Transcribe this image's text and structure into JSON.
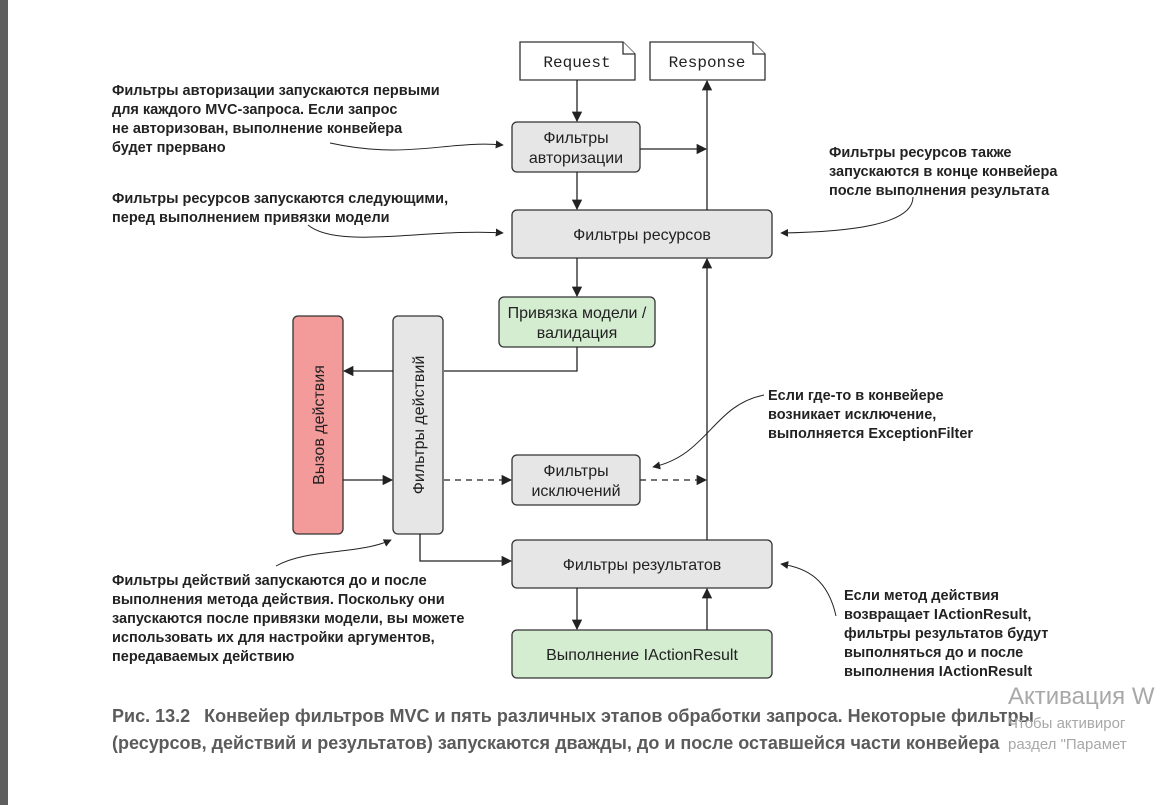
{
  "docs": {
    "request": "Request",
    "response": "Response"
  },
  "boxes": {
    "auth_filters": [
      "Фильтры",
      "авторизации"
    ],
    "resource_filters": "Фильтры ресурсов",
    "model_binding": [
      "Привязка модели /",
      "валидация"
    ],
    "action_filters": "Фильтры действий",
    "action_invocation": "Вызов действия",
    "exception_filters": [
      "Фильтры",
      "исключений"
    ],
    "result_filters": "Фильтры результатов",
    "result_execution": "Выполнение IActionResult"
  },
  "notes": {
    "auth_note": [
      "Фильтры авторизации запускаются первыми",
      "для каждого MVC-запроса. Если запрос",
      "не авторизован, выполнение конвейера",
      "будет прервано"
    ],
    "resource_note_left": [
      "Фильтры ресурсов запускаются следующими,",
      "перед выполнением привязки модели"
    ],
    "resource_note_right": [
      "Фильтры ресурсов также",
      "запускаются в конце конвейера",
      "после выполнения результата"
    ],
    "exception_note": [
      "Если где-то в конвейере",
      "возникает исключение,",
      "выполняется ExceptionFilter"
    ],
    "action_note": [
      "Фильтры действий запускаются до и после",
      "выполнения метода действия. Поскольку они",
      "запускаются после привязки модели, вы можете",
      "использовать их для настройки аргументов,",
      "передаваемых действию"
    ],
    "result_note": [
      "Если метод действия",
      "возвращает IActionResult,",
      "фильтры результатов будут",
      "выполняться до и после",
      "выполнения IActionResult"
    ]
  },
  "caption": {
    "figure": "Рис. 13.2",
    "text": "Конвейер фильтров MVC и пять различных этапов обработки запроса. Некоторые фильтры (ресурсов, действий и результатов) запускаются дважды, до и после оставшейся части конвейера"
  },
  "watermark": {
    "title": "Активация W",
    "line1": "Чтобы активирог",
    "line2": "раздел \"Парамет"
  },
  "colors": {
    "box_gray": "#e6e6e6",
    "box_green": "#d4ecd0",
    "box_red": "#f39a9a",
    "caption_gray": "#5b5b5b",
    "watermark_gray": "#a8a8a8"
  }
}
